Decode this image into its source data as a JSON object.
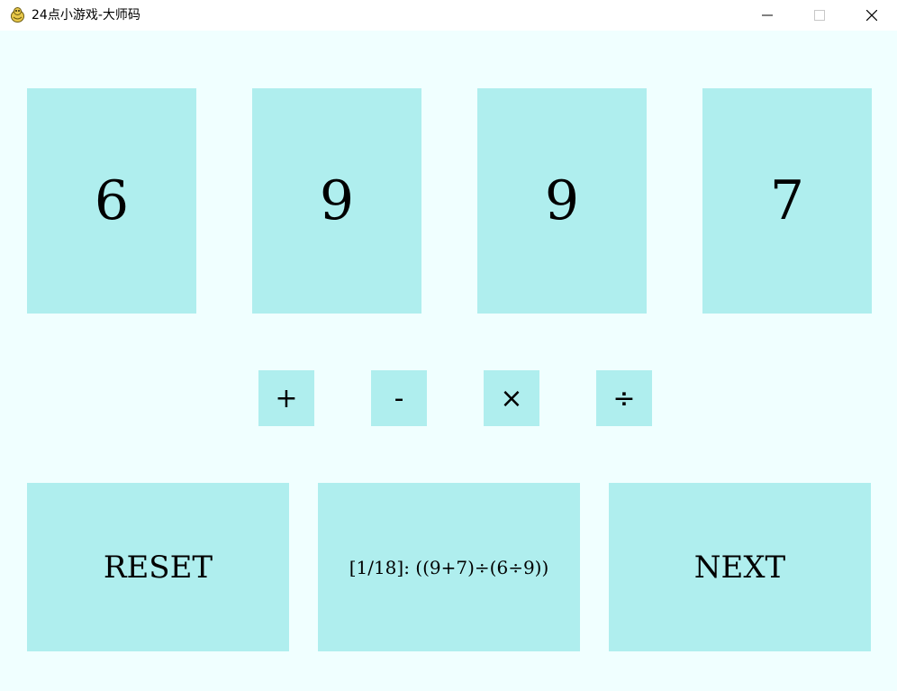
{
  "window": {
    "title": "24点小游戏-大师码",
    "icon": "python-snake-icon"
  },
  "cards": [
    "6",
    "9",
    "9",
    "7"
  ],
  "operators": [
    "+",
    "-",
    "×",
    "÷"
  ],
  "actions": {
    "reset_label": "RESET",
    "hint_label": "[1/18]: ((9+7)÷(6÷9))",
    "next_label": "NEXT"
  },
  "colors": {
    "background": "#f0ffff",
    "tile": "#afeeee",
    "text": "#000000"
  }
}
